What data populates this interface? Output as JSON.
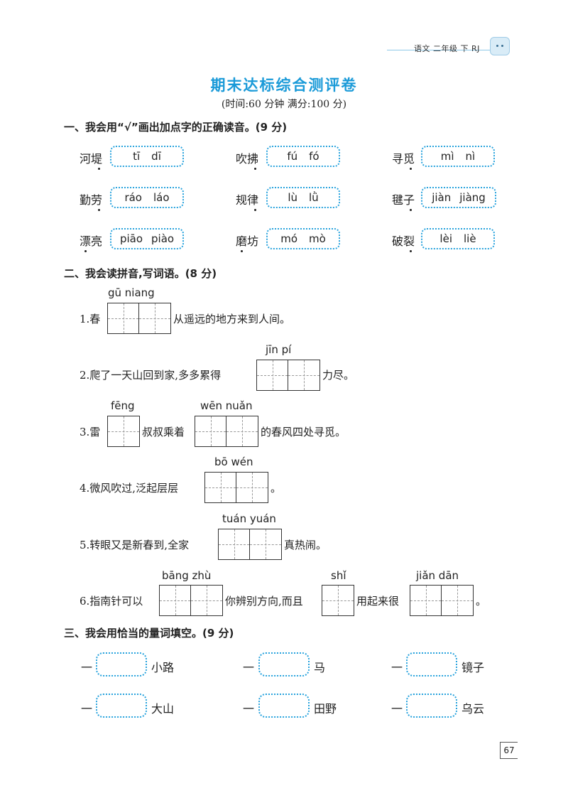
{
  "header": {
    "book_info": "语文 二年级 下 RJ"
  },
  "title": "期末达标综合测评卷",
  "subtitle": "(时间:60 分钟   满分:100 分)",
  "section1": {
    "title": "一、我会用“√”画出加点字的正确读音。(9 分)",
    "items": [
      {
        "word": "河堤",
        "options": [
          "tī",
          "dī"
        ]
      },
      {
        "word": "吹拂",
        "options": [
          "fú",
          "fó"
        ]
      },
      {
        "word": "寻觅",
        "options": [
          "mì",
          "nì"
        ]
      },
      {
        "word": "勤劳",
        "options": [
          "ráo",
          "láo"
        ]
      },
      {
        "word": "规律",
        "options": [
          "lù",
          "lǜ"
        ]
      },
      {
        "word": "毽子",
        "options": [
          "jiàn",
          "jiàng"
        ]
      },
      {
        "word": "漂亮",
        "options": [
          "piāo",
          "piào"
        ]
      },
      {
        "word": "磨坊",
        "options": [
          "mó",
          "mò"
        ]
      },
      {
        "word": "破裂",
        "options": [
          "lèi",
          "liè"
        ]
      }
    ]
  },
  "section2": {
    "title": "二、我会读拼音,写词语。(8 分)",
    "q1": {
      "before": "1.春",
      "pinyin": "gū niang",
      "after": "从遥远的地方来到人间。"
    },
    "q2": {
      "before": "2.爬了一天山回到家,多多累得",
      "pinyin": "jīn  pí",
      "after": "力尽。"
    },
    "q3": {
      "before": "3.雷",
      "pinyin1": "fēng",
      "middle": "叔叔乘着",
      "pinyin2": "wēn nuǎn",
      "after": "的春风四处寻觅。"
    },
    "q4": {
      "before": "4.微风吹过,泛起层层",
      "pinyin": "bō  wén",
      "after": "。"
    },
    "q5": {
      "before": "5.转眼又是新春到,全家",
      "pinyin": "tuán yuán",
      "after": "真热闹。"
    },
    "q6": {
      "before": "6.指南针可以",
      "pinyin1": "bāng zhù",
      "middle1": "你辨别方向,而且",
      "pinyin2": "shǐ",
      "middle2": "用起来很",
      "pinyin3": "jiǎn dān",
      "after": "。"
    }
  },
  "section3": {
    "title": "三、我会用恰当的量词填空。(9 分)",
    "prefix": "一",
    "items": [
      "小路",
      "马",
      "镜子",
      "大山",
      "田野",
      "乌云"
    ]
  },
  "page_number": "67"
}
